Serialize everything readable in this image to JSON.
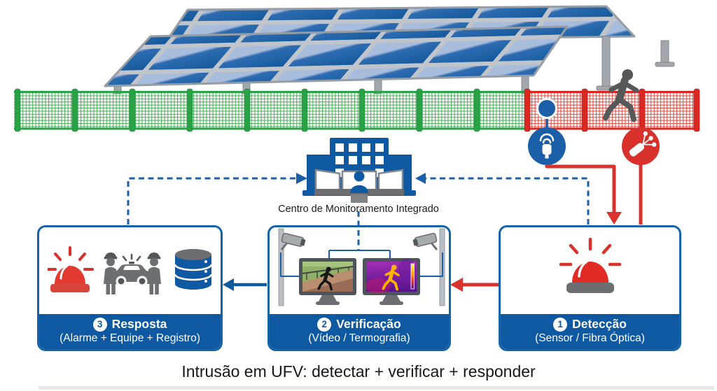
{
  "monitoring_center": {
    "label": "Centro de Monitoramento Integrado"
  },
  "flow_boxes": [
    {
      "number": "3",
      "title": "Resposta",
      "subtitle": "(Alarme + Equipe + Registro)"
    },
    {
      "number": "2",
      "title": "Verificação",
      "subtitle": "(Vídeo / Termografia)"
    },
    {
      "number": "1",
      "title": "Detecção",
      "subtitle": "(Sensor / Fibra Óptica)"
    }
  ],
  "caption": "Intrusão em UFV: detectar + verificar + responder",
  "colors": {
    "accent_blue": "#0f58a2",
    "alert_red": "#d8322c",
    "fence_green": "#2ba24a",
    "fence_red": "#dd2420",
    "panel_blue": "#1d5fa6",
    "gray_dark": "#6d6e71"
  },
  "icons": {
    "perimeter": [
      "vibration-sensor-icon",
      "fiber-optic-icon",
      "running-person-icon"
    ],
    "monitoring": "control-center-building-icon",
    "detection": "siren-icon",
    "verification": [
      "cctv-camera-icon",
      "video-monitor-icon",
      "thermal-monitor-icon"
    ],
    "response": [
      "alarm-beacon-icon",
      "security-team-car-icon",
      "database-icon"
    ]
  }
}
